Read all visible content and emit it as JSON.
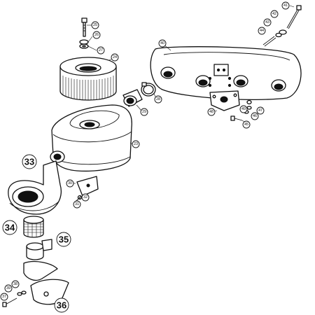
{
  "callouts": {
    "c25": "25",
    "c26": "26",
    "c27": "27",
    "c24": "24",
    "c29": "29",
    "c28": "28",
    "c23": "23",
    "c30": "30",
    "c31": "31",
    "c32": "32",
    "c40": "40",
    "c41": "41",
    "c42": "42",
    "c43": "43",
    "c44": "44",
    "c45": "45",
    "c46": "46",
    "c47": "47",
    "c48": "48",
    "c49": "49",
    "c37": "37",
    "c38": "38",
    "c39": "39"
  },
  "highlighted": {
    "h33": "33",
    "h34": "34",
    "h35": "35",
    "h36": "36"
  }
}
